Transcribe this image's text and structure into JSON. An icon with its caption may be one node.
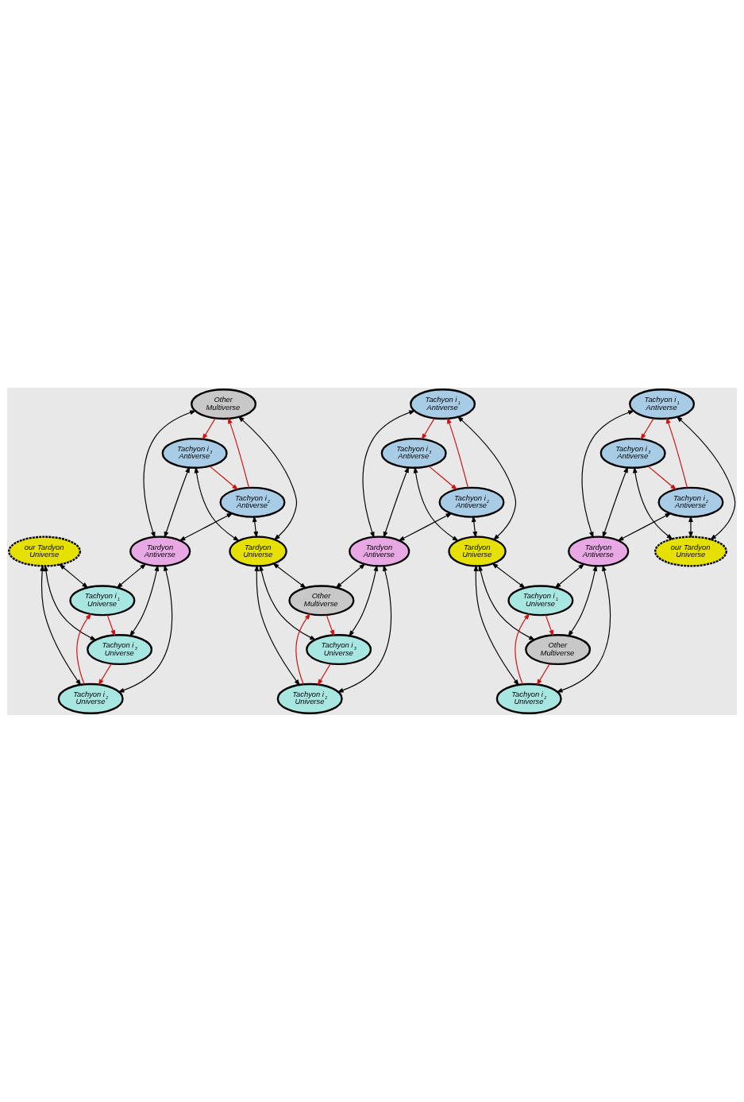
{
  "diagram": {
    "nodes": [
      {
        "text": [
          "our Tardyon Universe"
        ]
      },
      {
        "text": [
          "Tachyon i$_{1}$ Universe"
        ]
      },
      {
        "text": [
          "Tachyon i$_{2}$ Universe"
        ]
      },
      {
        "text": [
          "Other Multiverse"
        ]
      },
      {
        "text": [
          "Tardyon Antiverse"
        ]
      },
      {
        "text": [
          "Tachyon i$_{3}$ Universe"
        ]
      },
      {
        "text": [
          "Tachyon i$_{2}$ Antiverse"
        ]
      },
      {
        "text": [
          "Tardyon Universe"
        ]
      },
      {
        "text": [
          "Other Multiverse"
        ]
      },
      {
        "text": [
          "Tachyon i$_{3}$ Antiverse"
        ]
      },
      {
        "text": [
          "Tachyon i$_{2}$ Universe"
        ]
      },
      {
        "text": [
          "Tachyon i$_{1}$ Antiverse"
        ]
      },
      {
        "text": [
          "Tardyon Antiverse"
        ]
      },
      {
        "text": [
          "Tachyon i$_{3}$ Universe"
        ]
      },
      {
        "text": [
          "Tachyon i$_{2}$ Antiverse"
        ]
      },
      {
        "text": [
          "Tardyon Universe"
        ]
      },
      {
        "text": [
          "Tachyon i$_{1}$ Universe"
        ]
      },
      {
        "text": [
          "Tachyon i$_{3}$ Antiverse"
        ]
      },
      {
        "text": [
          "Tachyon i$_{2}$ Universe"
        ]
      },
      {
        "text": [
          "Tachyon i$_{1}$ Antiverse"
        ]
      },
      {
        "text": [
          "Tardyon Antiverse"
        ]
      },
      {
        "text": [
          "Other Multiverse"
        ]
      },
      {
        "text": [
          "Tachyon i$_{2}$ Antiverse"
        ]
      },
      {
        "text": [
          "our Tardyon Universe"
        ]
      },
      {
        "text": [
          "Tachyon i$_{3}$ Antiverse"
        ]
      }
    ],
    "edges": [
      {
        "from": 0,
        "to": 1,
        "arrow": "both"
      },
      {
        "from": 0,
        "to": 2,
        "arrow": "both"
      },
      {
        "from": 0,
        "to": 5,
        "arrow": "both"
      },
      {
        "from": 4,
        "to": 1,
        "arrow": "both"
      },
      {
        "from": 4,
        "to": 2,
        "arrow": "both"
      },
      {
        "from": 4,
        "to": 5,
        "arrow": "both"
      },
      {
        "from": 2,
        "to": 1,
        "arrow": "to",
        "color": "#d01010"
      },
      {
        "from": 5,
        "to": 2,
        "arrow": "to",
        "color": "#d01010"
      },
      {
        "from": 1,
        "to": 5,
        "arrow": "to",
        "color": "#d01010"
      },
      {
        "from": 3,
        "to": 4,
        "arrow": "both"
      },
      {
        "from": 3,
        "to": 7,
        "arrow": "both"
      },
      {
        "from": 6,
        "to": 4,
        "arrow": "both"
      },
      {
        "from": 9,
        "to": 4,
        "arrow": "both"
      },
      {
        "from": 6,
        "to": 3,
        "arrow": "to",
        "color": "#d01010"
      },
      {
        "from": 9,
        "to": 6,
        "arrow": "to",
        "color": "#d01010"
      },
      {
        "from": 3,
        "to": 9,
        "arrow": "to",
        "color": "#d01010"
      },
      {
        "from": 6,
        "to": 7,
        "arrow": "both"
      },
      {
        "from": 9,
        "to": 7,
        "arrow": "both"
      },
      {
        "from": 7,
        "to": 8,
        "arrow": "both"
      },
      {
        "from": 7,
        "to": 10,
        "arrow": "both"
      },
      {
        "from": 7,
        "to": 13,
        "arrow": "both"
      },
      {
        "from": 12,
        "to": 8,
        "arrow": "both"
      },
      {
        "from": 12,
        "to": 10,
        "arrow": "both"
      },
      {
        "from": 12,
        "to": 13,
        "arrow": "both"
      },
      {
        "from": 10,
        "to": 8,
        "arrow": "to",
        "color": "#d01010"
      },
      {
        "from": 13,
        "to": 10,
        "arrow": "to",
        "color": "#d01010"
      },
      {
        "from": 8,
        "to": 13,
        "arrow": "to",
        "color": "#d01010"
      },
      {
        "from": 11,
        "to": 12,
        "arrow": "both"
      },
      {
        "from": 11,
        "to": 15,
        "arrow": "both"
      },
      {
        "from": 14,
        "to": 12,
        "arrow": "both"
      },
      {
        "from": 17,
        "to": 12,
        "arrow": "both"
      },
      {
        "from": 14,
        "to": 15,
        "arrow": "both"
      },
      {
        "from": 17,
        "to": 15,
        "arrow": "both"
      },
      {
        "from": 14,
        "to": 11,
        "arrow": "to",
        "color": "#d01010"
      },
      {
        "from": 17,
        "to": 14,
        "arrow": "to",
        "color": "#d01010"
      },
      {
        "from": 11,
        "to": 17,
        "arrow": "to",
        "color": "#d01010"
      },
      {
        "from": 15,
        "to": 16,
        "arrow": "both"
      },
      {
        "from": 15,
        "to": 18,
        "arrow": "both"
      },
      {
        "from": 15,
        "to": 21,
        "arrow": "both"
      },
      {
        "from": 20,
        "to": 16,
        "arrow": "both"
      },
      {
        "from": 20,
        "to": 18,
        "arrow": "both"
      },
      {
        "from": 20,
        "to": 21,
        "arrow": "both"
      },
      {
        "from": 18,
        "to": 16,
        "arrow": "to",
        "color": "#d01010"
      },
      {
        "from": 21,
        "to": 18,
        "arrow": "to",
        "color": "#d01010"
      },
      {
        "from": 16,
        "to": 21,
        "arrow": "to",
        "color": "#d01010"
      },
      {
        "from": 19,
        "to": 20,
        "arrow": "both"
      },
      {
        "from": 19,
        "to": 23,
        "arrow": "both"
      },
      {
        "from": 22,
        "to": 20,
        "arrow": "both"
      },
      {
        "from": 24,
        "to": 20,
        "arrow": "both"
      },
      {
        "from": 22,
        "to": 23,
        "arrow": "both"
      },
      {
        "from": 24,
        "to": 23,
        "arrow": "both"
      },
      {
        "from": 22,
        "to": 19,
        "arrow": "to",
        "color": "#d01010"
      },
      {
        "from": 24,
        "to": 22,
        "arrow": "to",
        "color": "#d01010"
      },
      {
        "from": 19,
        "to": 24,
        "arrow": "to",
        "color": "#d01010"
      }
    ]
  }
}
